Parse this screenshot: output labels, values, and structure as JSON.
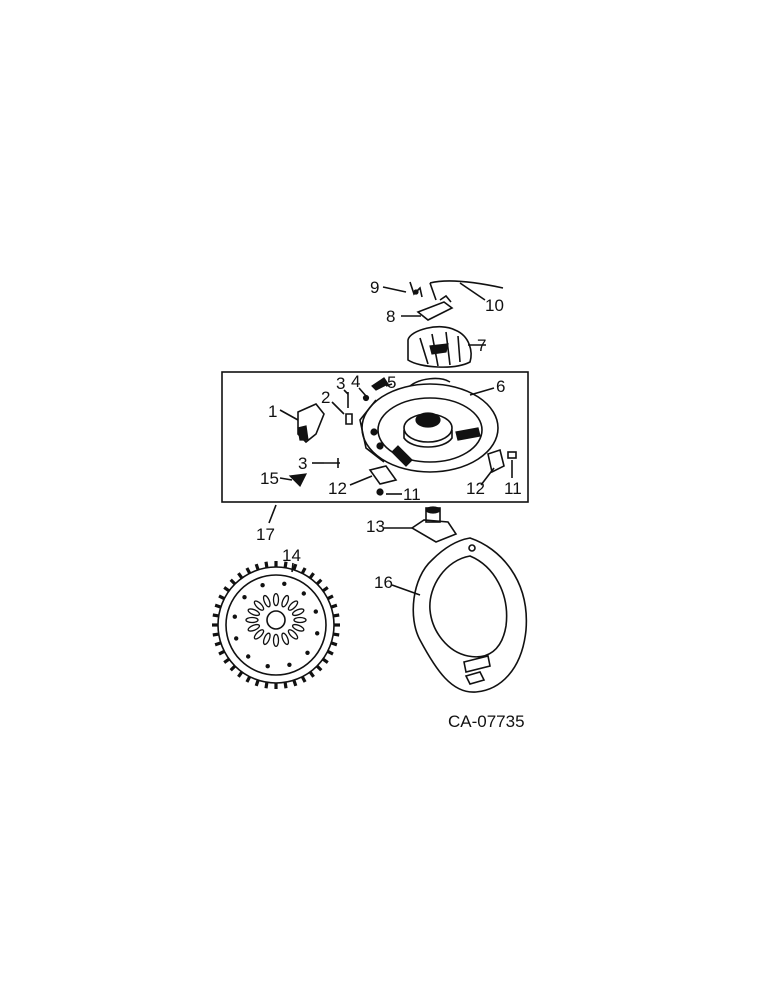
{
  "callouts": [
    {
      "id": "c9",
      "text": "9"
    },
    {
      "id": "c10",
      "text": "10"
    },
    {
      "id": "c8",
      "text": "8"
    },
    {
      "id": "c7",
      "text": "7"
    },
    {
      "id": "c3a",
      "text": "3"
    },
    {
      "id": "c4",
      "text": "4"
    },
    {
      "id": "c5",
      "text": "5"
    },
    {
      "id": "c6",
      "text": "6"
    },
    {
      "id": "c2",
      "text": "2"
    },
    {
      "id": "c1",
      "text": "1"
    },
    {
      "id": "c3b",
      "text": "3"
    },
    {
      "id": "c15",
      "text": "15"
    },
    {
      "id": "c12a",
      "text": "12"
    },
    {
      "id": "c11a",
      "text": "11"
    },
    {
      "id": "c12b",
      "text": "12"
    },
    {
      "id": "c11b",
      "text": "11"
    },
    {
      "id": "c17",
      "text": "17"
    },
    {
      "id": "c13",
      "text": "13"
    },
    {
      "id": "c14",
      "text": "14"
    },
    {
      "id": "c16",
      "text": "16"
    }
  ],
  "figure_code": "CA-07735"
}
